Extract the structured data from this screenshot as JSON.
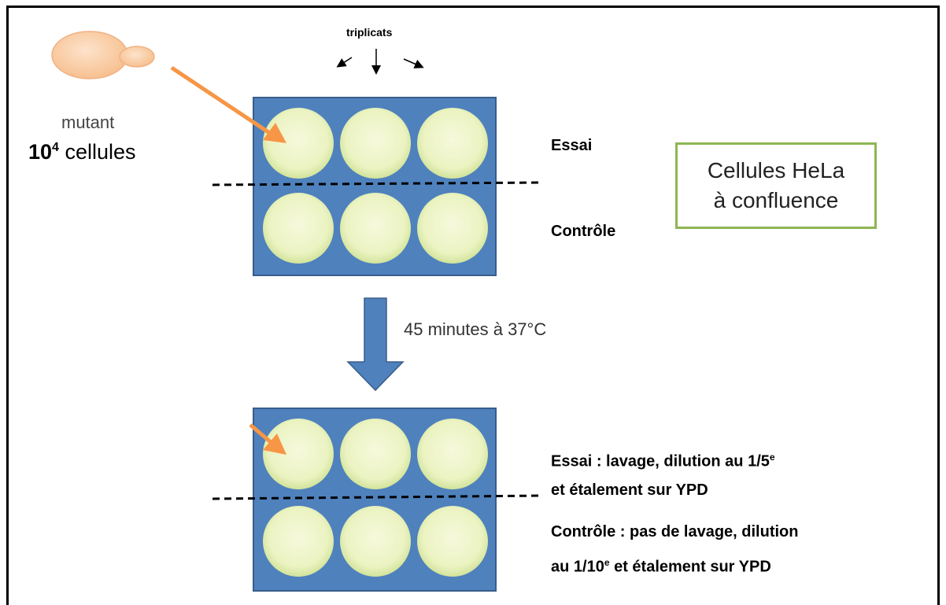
{
  "top_label": "triplicats",
  "inoculum": {
    "strain": "mutant",
    "count_base": "10",
    "count_exponent": "4",
    "count_unit": "cellules"
  },
  "plate1": {
    "row_test": "Essai",
    "row_control": "Contrôle"
  },
  "cell_box": {
    "line1": "Cellules HeLa",
    "line2": "à confluence"
  },
  "incubation": "45 minutes à 37°C",
  "plate2": {
    "test_line1_pre": "Essai : lavage, dilution au 1/5",
    "test_line1_sup": "e",
    "test_line2": "et étalement sur YPD",
    "control_line1": "Contrôle : pas de lavage, dilution",
    "control_line2_pre": "au 1/10",
    "control_line2_sup": "e",
    "control_line2_post": " et étalement sur YPD"
  },
  "colors": {
    "plate": "#4f81bd",
    "plate_border": "#385d8a",
    "well": "#ebf3c2",
    "well_edge": "#c5d88a",
    "arrow_orange": "#f79646",
    "arrow_blue": "#4f81bd",
    "cell_body": "#fcd5b5",
    "box_border": "#8db653"
  }
}
